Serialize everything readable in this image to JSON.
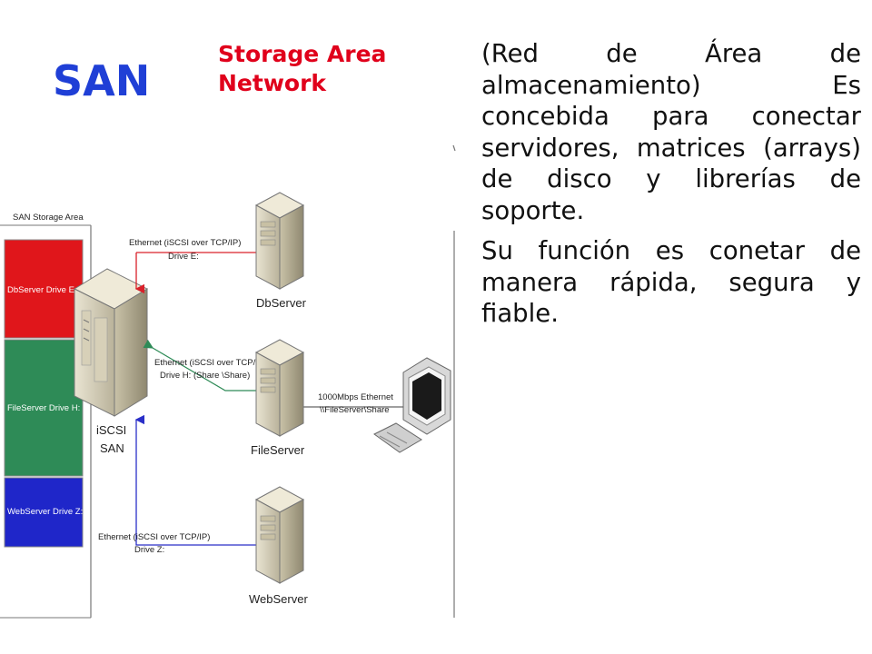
{
  "slide": {
    "title": "SAN",
    "subtitle": "Storage Area Network",
    "paragraphs": [
      "(Red de Área de almacenamiento) Es concebida para conectar servidores, matrices (arrays) de disco y librerías de soporte.",
      "Su función es conetar de manera rápida, segura y fiable."
    ]
  },
  "diagram": {
    "box_title": "SAN Storage Area",
    "drives": [
      {
        "label": "DbServer Drive E:",
        "color": "#e0161b"
      },
      {
        "label": "FileServer Drive H:",
        "color": "#2e8b57"
      },
      {
        "label": "WebServer Drive Z:",
        "color": "#1f26c9"
      }
    ],
    "san_label_line1": "iSCSI",
    "san_label_line2": "SAN",
    "servers": [
      "DbServer",
      "FileServer",
      "WebServer"
    ],
    "links": {
      "db_line1": "Ethernet (iSCSI over TCP/IP)",
      "db_line2": "Drive E:",
      "file_line1": "Ethernet (iSCSI over TCP/IP)",
      "file_line2": "Drive H: (Share \\Share)",
      "web_line1": "Ethernet (iSCSI over TCP/IP)",
      "web_line2": "Drive Z:",
      "client_line1": "1000Mbps Ethernet",
      "client_line2": "\\\\FileServer\\Share"
    },
    "colors": {
      "db_link": "#d9202a",
      "file_link": "#2e8b57",
      "web_link": "#2a2fc8"
    }
  }
}
